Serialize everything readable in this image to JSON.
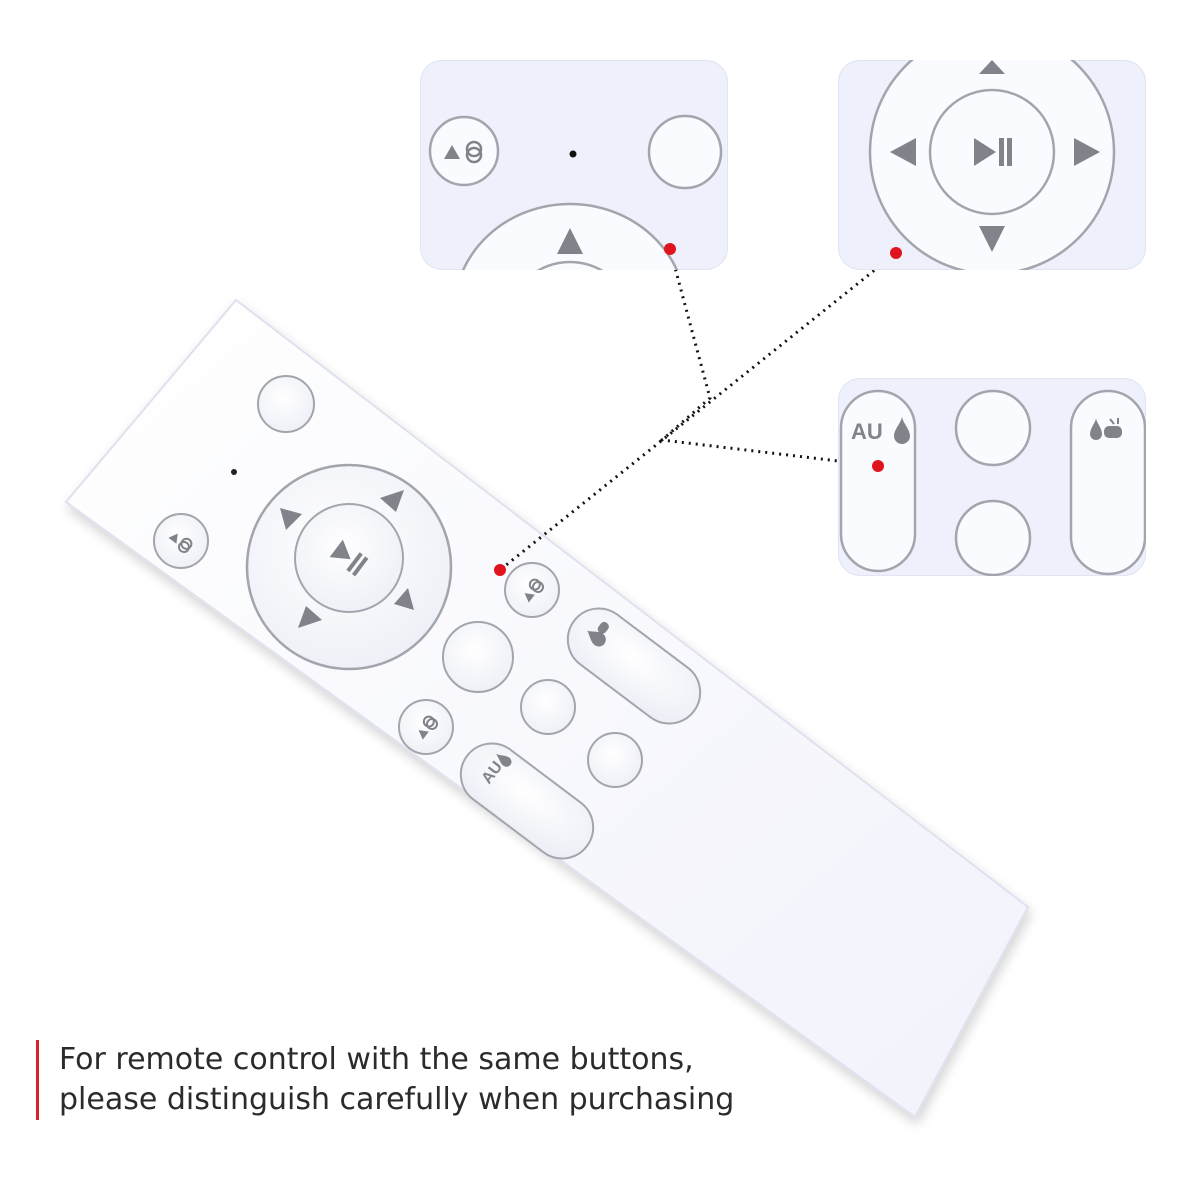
{
  "caption": {
    "line1": "For remote control with the same buttons,",
    "line2": "please distinguish carefully when purchasing"
  },
  "labels": {
    "auto_label": "AU"
  },
  "icons": {
    "play_pause": "play-pause-icon",
    "arrows": [
      "arrow-up-icon",
      "arrow-down-icon",
      "arrow-left-icon",
      "arrow-right-icon"
    ],
    "light_toggle": "light-toggle-icon",
    "auto_mist": "auto-mist-icon",
    "mist_touch": "mist-touch-icon"
  },
  "colors": {
    "background": "#ffffff",
    "remote_body": "#fbfbff",
    "panel_bg": "#eef0fb",
    "button_edge": "#a3a5ad",
    "icon_gray": "#808389",
    "marker_red": "#e0141e",
    "dotted_line": "#111111",
    "caption_bar": "#d8202a",
    "caption_text": "#2b2b2b"
  }
}
